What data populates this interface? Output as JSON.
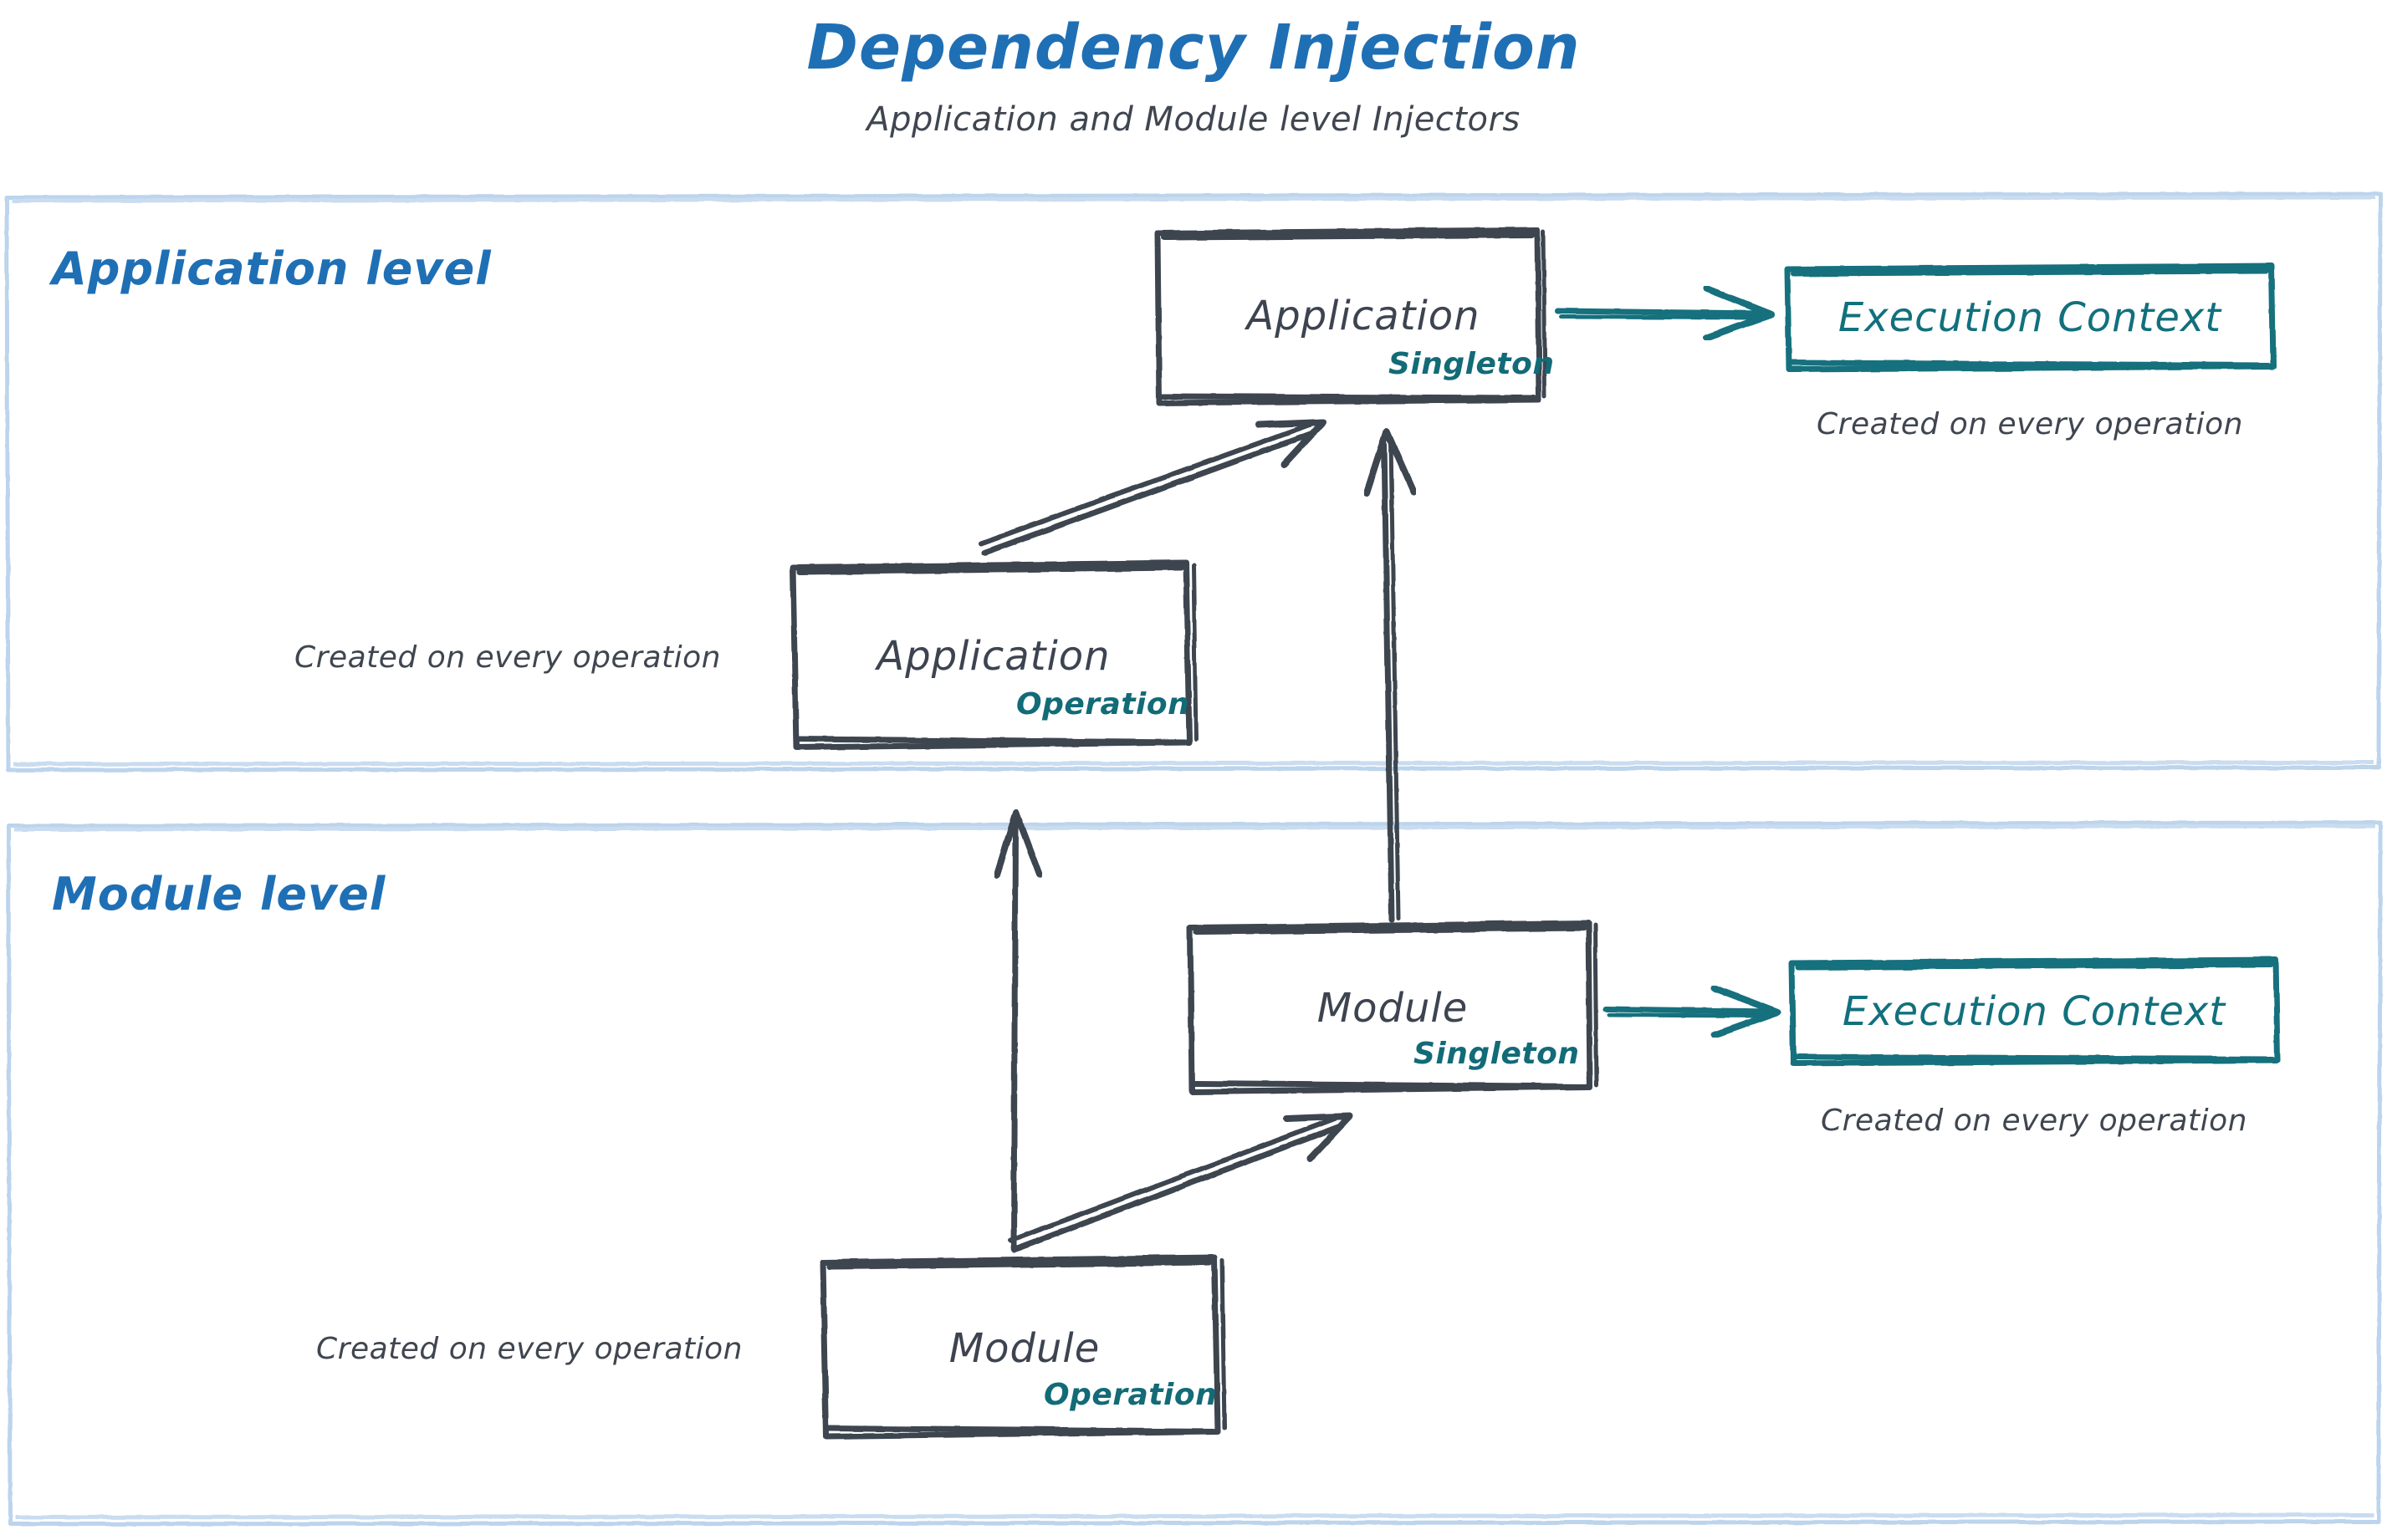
{
  "header": {
    "title": "Dependency Injection",
    "subtitle": "Application and Module level Injectors"
  },
  "colors": {
    "title_blue": "#1f6fb5",
    "panel_border": "#bcd4ec",
    "box_stroke": "#3d4450",
    "teal": "#12707d",
    "note_gray": "#3f4650",
    "background": "#ffffff"
  },
  "panels": [
    {
      "id": "application-level",
      "label": "Application level",
      "boxes": [
        {
          "id": "application-singleton",
          "title": "Application",
          "scope": "Singleton",
          "style": "dark"
        },
        {
          "id": "application-level-execution-context",
          "title": "Execution Context",
          "style": "teal",
          "caption": "Created on every operation"
        },
        {
          "id": "application-operation",
          "title": "Application",
          "scope": "Operation",
          "style": "dark",
          "caption": "Created on every operation"
        }
      ]
    },
    {
      "id": "module-level",
      "label": "Module level",
      "boxes": [
        {
          "id": "module-singleton",
          "title": "Module",
          "scope": "Singleton",
          "style": "dark"
        },
        {
          "id": "module-level-execution-context",
          "title": "Execution Context",
          "style": "teal",
          "caption": "Created on every operation"
        },
        {
          "id": "module-operation",
          "title": "Module",
          "scope": "Operation",
          "style": "dark",
          "caption": "Created on every operation"
        }
      ]
    }
  ],
  "labels": {
    "app_singleton_title": "Application",
    "app_singleton_scope": "Singleton",
    "app_operation_title": "Application",
    "app_operation_scope": "Operation",
    "module_singleton_title": "Module",
    "module_singleton_scope": "Singleton",
    "module_operation_title": "Module",
    "module_operation_scope": "Operation",
    "execution_context_top": "Execution Context",
    "execution_context_bottom": "Execution Context",
    "note_app_exec": "Created on every operation",
    "note_app_operation": "Created on every operation",
    "note_module_exec": "Created on every operation",
    "note_module_operation": "Created on every operation",
    "panel_application": "Application level",
    "panel_module": "Module level"
  },
  "arrows": [
    {
      "id": "app-singleton-to-exec-context",
      "from": "application-singleton",
      "to": "application-level-execution-context",
      "color": "teal",
      "direction": "right"
    },
    {
      "id": "app-operation-to-app-singleton",
      "from": "application-operation",
      "to": "application-singleton",
      "color": "dark",
      "direction": "up-right"
    },
    {
      "id": "module-singleton-to-app-singleton",
      "from": "module-singleton",
      "to": "application-singleton",
      "color": "dark",
      "direction": "up"
    },
    {
      "id": "module-operation-to-app-operation",
      "from": "module-operation",
      "to": "application-operation",
      "color": "dark",
      "direction": "up"
    },
    {
      "id": "module-operation-to-module-singleton",
      "from": "module-operation",
      "to": "module-singleton",
      "color": "dark",
      "direction": "up-right"
    },
    {
      "id": "module-singleton-to-exec-context",
      "from": "module-singleton",
      "to": "module-level-execution-context",
      "color": "teal",
      "direction": "right"
    }
  ]
}
